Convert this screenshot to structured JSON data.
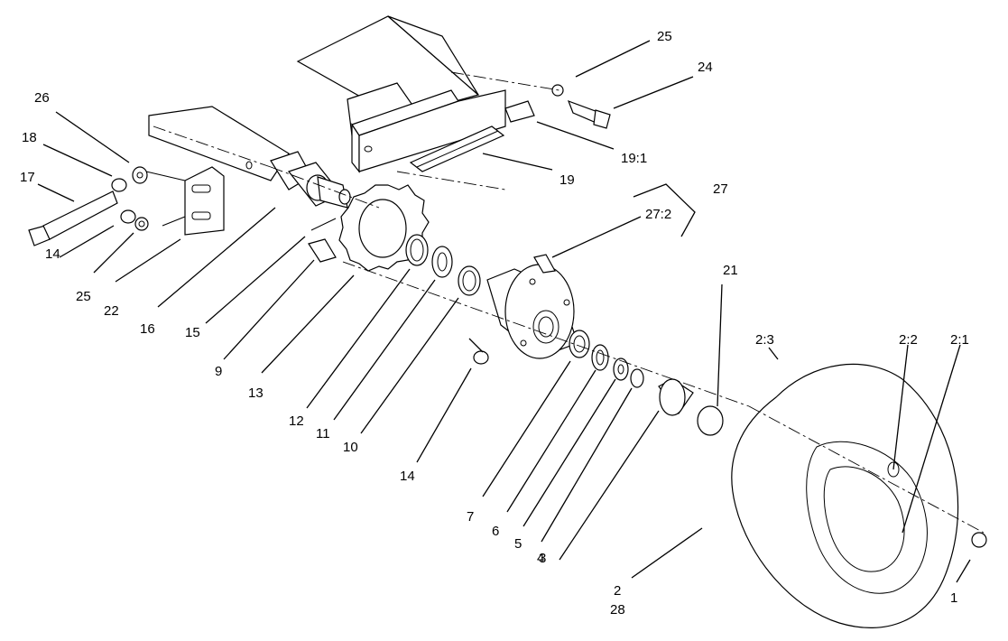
{
  "callouts": {
    "c1": "1",
    "c2": "2",
    "c28": "28",
    "c2_1": "2:1",
    "c2_2": "2:2",
    "c2_3": "2:3",
    "c3": "3",
    "c4": "4",
    "c5": "5",
    "c6": "6",
    "c7": "7",
    "c9": "9",
    "c10": "10",
    "c11": "11",
    "c12": "12",
    "c13": "13",
    "c14_left": "14",
    "c14_mid": "14",
    "c15": "15",
    "c16": "16",
    "c17": "17",
    "c18": "18",
    "c19": "19",
    "c19_1": "19:1",
    "c21": "21",
    "c22": "22",
    "c24": "24",
    "c25_top": "25",
    "c25_left": "25",
    "c26": "26",
    "c27": "27",
    "c27_2": "27:2"
  }
}
